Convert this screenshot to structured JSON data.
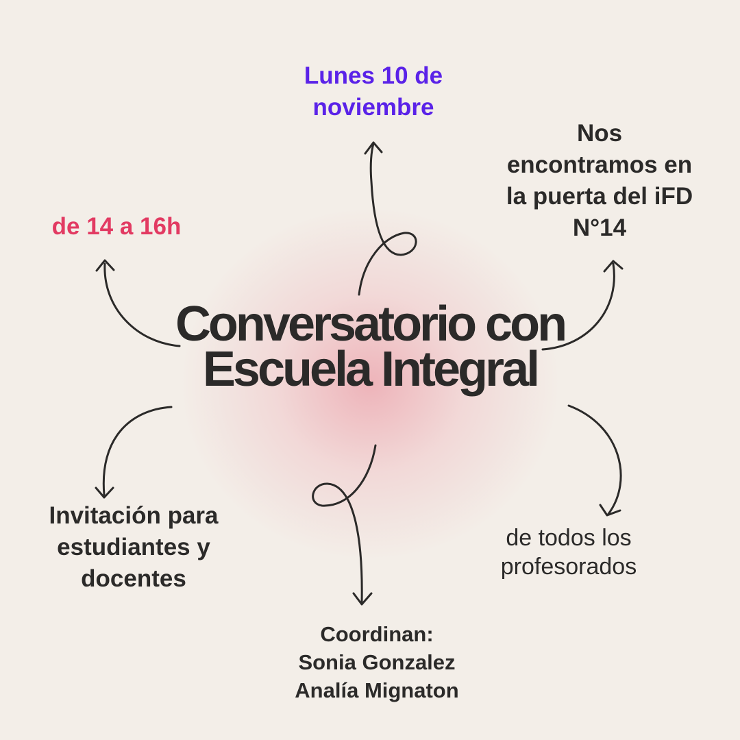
{
  "title": "Conversatorio con Escuela Integral",
  "date": "Lunes 10 de noviembre",
  "time": "de 14 a 16h",
  "location": "Nos encontramos en la puerta del iFD N°14",
  "audience": "Invitación para estudiantes y docentes",
  "scope": "de todos los profesorados",
  "coordinators": {
    "label": "Coordinan:",
    "names": [
      "Sonia Gonzalez",
      "Analía Mignaton"
    ]
  },
  "colors": {
    "background": "#f3eee8",
    "date": "#5a22e8",
    "time": "#e23a62",
    "text": "#2b2a29"
  }
}
